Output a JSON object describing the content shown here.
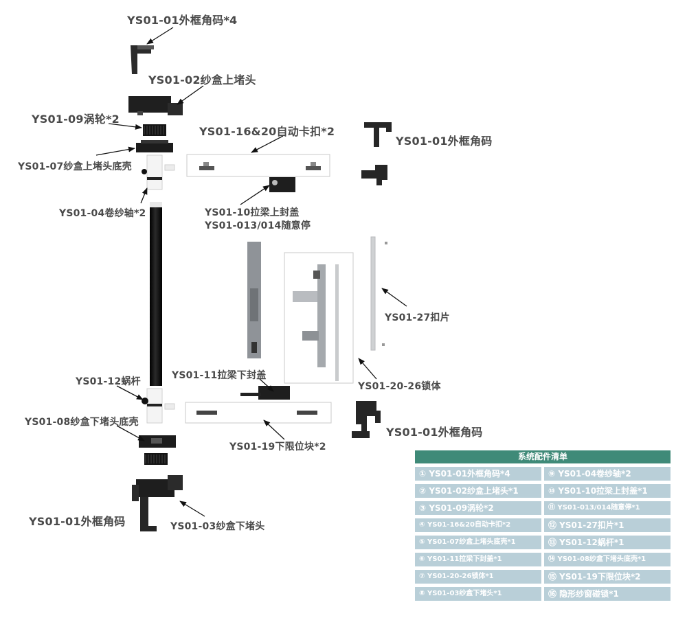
{
  "labels": {
    "corner_top": "YS01-01外框角码*4",
    "top_cap": "YS01-02纱盒上堵头",
    "worm_wheel": "YS01-09涡轮*2",
    "auto_clip": "YS01-16&20自动卡扣*2",
    "corner_right_top": "YS01-01外框角码",
    "top_cap_base": "YS01-07纱盒上堵头底壳",
    "roll_shaft": "YS01-04卷纱轴*2",
    "beam_top_cover": "YS01-10拉梁上封盖",
    "random_stop": "YS01-013/014随意停",
    "clip_piece": "YS01-27扣片",
    "worm": "YS01-12蜗杆",
    "beam_bottom_cover": "YS01-11拉梁下封盖",
    "lock_body": "YS01-20-26锁体",
    "bottom_cap_base": "YS01-08纱盒下堵头底壳",
    "corner_right_bottom": "YS01-01外框角码",
    "lower_limit": "YS01-19下限位块*2",
    "corner_bottom_left": "YS01-01外框角码",
    "bottom_cap": "YS01-03纱盒下堵头"
  },
  "parts_list": {
    "title": "系统配件清单",
    "left": [
      "① YS01-01外框角码*4",
      "② YS01-02纱盒上堵头*1",
      "③ YS01-09涡轮*2",
      "④ YS01-16&20自动卡扣*2",
      "⑤ YS01-07纱盒上堵头底壳*1",
      "⑥ YS01-11拉梁下封盖*1",
      "⑦ YS01-20-26锁体*1",
      "⑧ YS01-03纱盒下堵头*1"
    ],
    "right": [
      "⑨ YS01-04卷纱轴*2",
      "⑩ YS01-10拉梁上封盖*1",
      "⑪ YS01-013/014随意停*1",
      "⑫ YS01-27扣片*1",
      "⑬ YS01-12蜗杆*1",
      "⑭ YS01-08纱盒下堵头底壳*1",
      "⑮ YS01-19下限位块*2",
      "⑯ 隐形纱窗碰锁*1"
    ]
  }
}
